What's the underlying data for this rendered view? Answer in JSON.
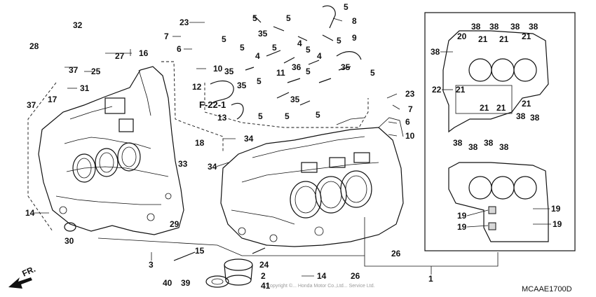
{
  "reference": "F-22-1",
  "diagram_code": "MCAAE1700D",
  "front_marker": "FR.",
  "watermark": "Copyright ©... Honda Motor Co.,Ltd... Service Ltd.",
  "callouts": {
    "c1": "1",
    "c2": "2",
    "c3": "3",
    "c4a": "4",
    "c4b": "4",
    "c4c": "4",
    "c5a": "5",
    "c5b": "5",
    "c5c": "5",
    "c5d": "5",
    "c5e": "5",
    "c5f": "5",
    "c5g": "5",
    "c5h": "5",
    "c5i": "5",
    "c5j": "5",
    "c5k": "5",
    "c5l": "5",
    "c5m": "5",
    "c5n": "5",
    "c6a": "6",
    "c6b": "6",
    "c7a": "7",
    "c7b": "7",
    "c8": "8",
    "c9": "9",
    "c10a": "10",
    "c10b": "10",
    "c11": "11",
    "c12": "12",
    "c13": "13",
    "c14a": "14",
    "c14b": "14",
    "c15": "15",
    "c16": "16",
    "c17": "17",
    "c18": "18",
    "c20": "20",
    "c22": "22",
    "c23a": "23",
    "c23b": "23",
    "c24": "24",
    "c25": "25",
    "c26a": "26",
    "c26b": "26",
    "c27": "27",
    "c28": "28",
    "c29": "29",
    "c30": "30",
    "c31": "31",
    "c32": "32",
    "c33": "33",
    "c34a": "34",
    "c34b": "34",
    "c35a": "35",
    "c35b": "35",
    "c35c": "35",
    "c35d": "35",
    "c35e": "35",
    "c36": "36",
    "c37a": "37",
    "c37b": "37",
    "c39": "39",
    "c40": "40",
    "c41": "41",
    "c38a": "38",
    "c38b": "38",
    "c38c": "38",
    "c38d": "38",
    "c38e": "38",
    "c38f": "38",
    "c38g": "38",
    "c38h": "38",
    "c38i": "38",
    "c38j": "38",
    "c38k": "38",
    "c21a": "21",
    "c21b": "21",
    "c21c": "21",
    "c21d": "21",
    "c21e": "21",
    "c21f": "21",
    "c21g": "21",
    "c19a": "19",
    "c19b": "19",
    "c19c": "19",
    "c19d": "19"
  }
}
